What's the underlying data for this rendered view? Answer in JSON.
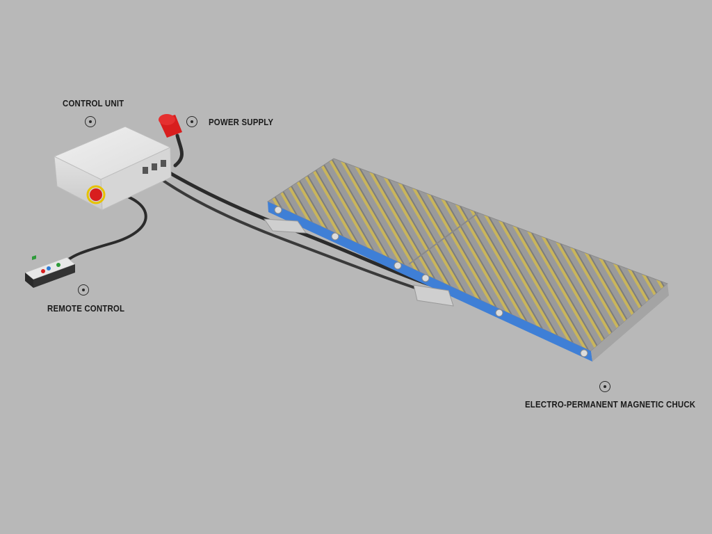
{
  "labels": {
    "control_unit": "CONTROL UNIT",
    "power_supply": "POWER SUPPLY",
    "remote_control": "REMOTE CONTROL",
    "magnetic_chuck": "ELECTRO-PERMANENT MAGNETIC CHUCK"
  },
  "icons": {
    "hotspot": "plus-circle-icon"
  },
  "colors": {
    "background": "#b8b8b8",
    "chuck_pole": "#c8b45a",
    "chuck_base": "#3f7fd6",
    "plug": "#d81e1e",
    "control_box": "#e6e6e6"
  }
}
